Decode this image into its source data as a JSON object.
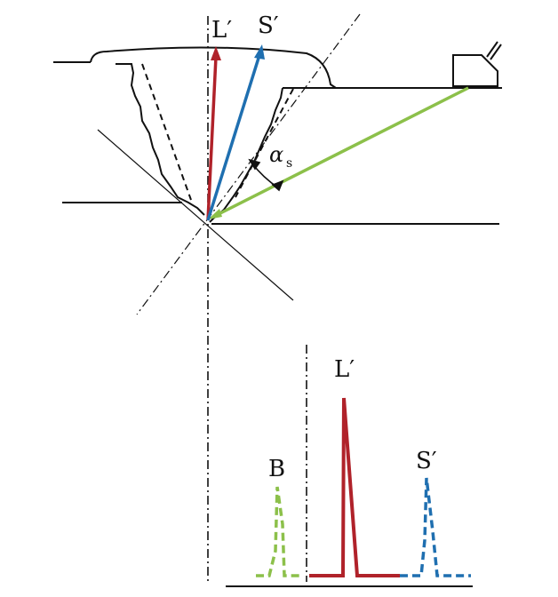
{
  "labels": {
    "L_top": "L′",
    "S_top": "S′",
    "alpha_symbol": "α",
    "alpha_subscript": "s",
    "B_peak": "B",
    "L_peak": "L′",
    "S_peak": "S′"
  },
  "colors": {
    "L_wave": "#b0222a",
    "S_wave": "#1f6fb0",
    "incident_wave": "#8cc04a",
    "outline": "#111111"
  },
  "icons": {
    "probe": "ultrasonic-probe-icon",
    "angle_arrows": "angle-arrow-icon"
  }
}
